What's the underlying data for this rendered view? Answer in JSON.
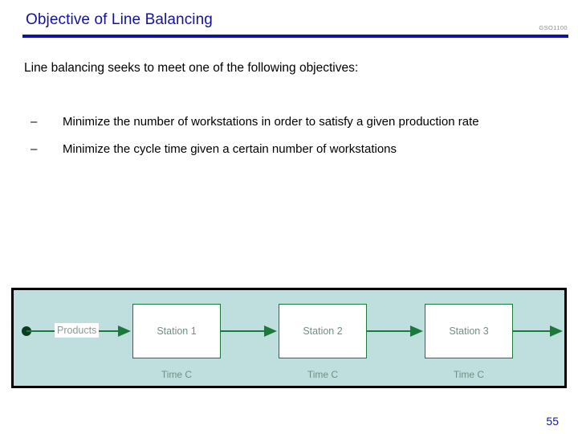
{
  "header": {
    "title": "Objective of Line Balancing",
    "course_code": "GSO1100",
    "title_color": "#12139c",
    "rule_color": "#12139c"
  },
  "content": {
    "lead_text": "Line balancing seeks to meet one of the following objectives:",
    "bullets": [
      {
        "marker": "–",
        "text": "Minimize the number of workstations in order to satisfy a given production rate"
      },
      {
        "marker": "–",
        "text": "Minimize the cycle time given a certain number of workstations"
      }
    ]
  },
  "diagram": {
    "background_color": "#bfdfdf",
    "border_color": "#000000",
    "flow_color": "#1a7a3c",
    "box_fill": "#ffffff",
    "label_color": "#6f8f83",
    "input_label": "Products",
    "stations": [
      {
        "name": "Station 1",
        "time_label": "Time C"
      },
      {
        "name": "Station 2",
        "time_label": "Time C"
      },
      {
        "name": "Station 3",
        "time_label": "Time C"
      }
    ]
  },
  "footer": {
    "page_number": "55"
  }
}
